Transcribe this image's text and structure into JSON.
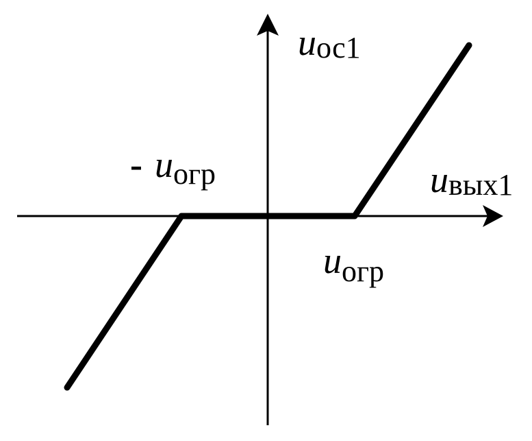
{
  "colors": {
    "background": "#ffffff",
    "ink": "#000000"
  },
  "labels": {
    "y_axis": {
      "symbol": "u",
      "subscript": "ос1"
    },
    "x_axis": {
      "symbol": "u",
      "subscript": "вых1"
    },
    "neg_threshold": {
      "prefix": "-",
      "symbol": "u",
      "subscript": "огр"
    },
    "pos_threshold": {
      "symbol": "u",
      "subscript": "огр"
    }
  },
  "icons": {
    "x_arrow": "arrow-right-icon",
    "y_arrow": "arrow-up-icon"
  }
}
